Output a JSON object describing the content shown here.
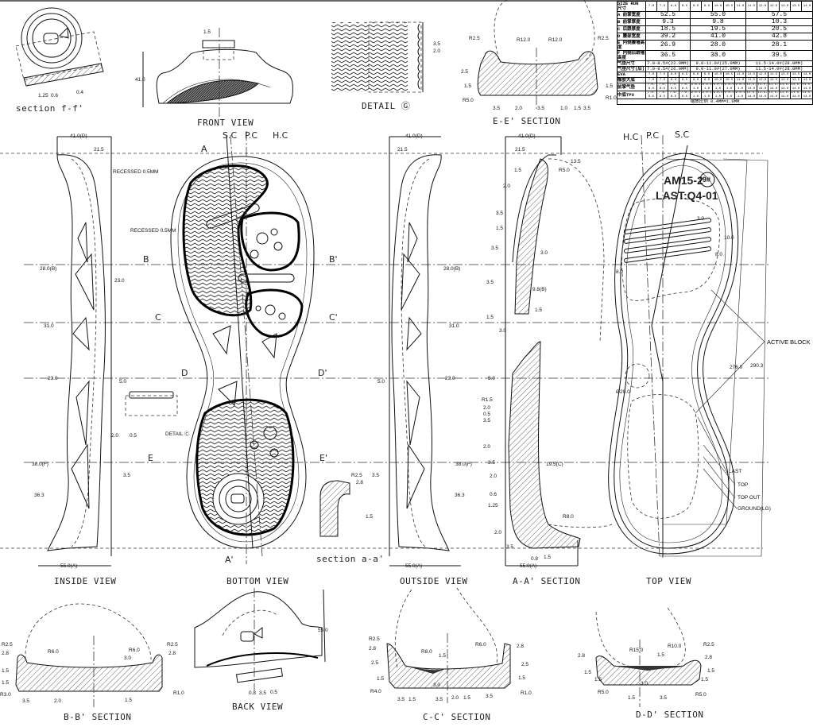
{
  "spec_table": {
    "header_label": "SIZE RUN 尺寸",
    "sizes": [
      "7.0",
      "7.5",
      "8.0",
      "8.5",
      "9.0",
      "9.5",
      "10.0",
      "10.5",
      "11.0",
      "11.5",
      "12.0",
      "12.5",
      "13.0",
      "13.5",
      "14.0"
    ],
    "rows": [
      {
        "label": "A 前掌宽度",
        "values": [
          "52.5",
          "55.0",
          "57.5"
        ]
      },
      {
        "label": "B 前掌厚度",
        "values": [
          "9.3",
          "9.8",
          "10.3"
        ]
      },
      {
        "label": "C 后跟厚度",
        "values": [
          "18.5",
          "19.5",
          "20.5"
        ]
      },
      {
        "label": "D 腰部宽度",
        "values": [
          "39.2",
          "41.0",
          "42.8"
        ]
      },
      {
        "label": "E 内侧腰墙高度",
        "values": [
          "26.9",
          "28.0",
          "28.1"
        ]
      },
      {
        "label": "F 内侧后跟墙高度",
        "values": [
          "36.5",
          "38.0",
          "39.5"
        ]
      }
    ],
    "range_rows": [
      {
        "label": "气垫尺寸",
        "values": [
          "7.0-8.5#(22.0MM)",
          "9.0-11.0#(25.0MM)",
          "11.5-14.0#(28.0MM)"
        ]
      },
      {
        "label": "气垫尺寸(后)",
        "values": [
          "7.0-8.5#(26.0MM)",
          "9.0-11.0#(27.0MM)",
          "11.5-14.0#(28.0MM)"
        ]
      }
    ],
    "eva_rows": [
      {
        "label": "EVA",
        "values": [
          "7.0",
          "7.5",
          "8.0",
          "8.5",
          "9.0",
          "9.5",
          "10.0",
          "10.5",
          "11.0",
          "11.5",
          "12.0",
          "12.5",
          "13.0",
          "13.5",
          "14.0"
        ]
      },
      {
        "label": "橡胶大底",
        "values": [
          "7.0",
          "7.5",
          "8.0",
          "8.5",
          "9.0",
          "9.5",
          "10.0",
          "10.5",
          "11.0",
          "11.5",
          "12.0",
          "12.5",
          "13.0",
          "13.5",
          "14.0"
        ]
      },
      {
        "label": "前掌气垫",
        "values": [
          "7.0-8.5",
          "7.0-8.5",
          "7.0-8.5",
          "7.0-8.5",
          "9.0-11.0",
          "9.0-11.0",
          "9.0-11.0",
          "9.0-11.0",
          "9.0-11.0",
          "11.5-14.0",
          "11.5-14.0",
          "11.5-14.0",
          "11.5-14.0",
          "11.5-14.0",
          "11.5-14.0"
        ]
      },
      {
        "label": "中底TPU",
        "values": [
          "7.0-8.5",
          "7.0-8.5",
          "7.0-8.5",
          "7.0-8.5",
          "9.0-11.0",
          "9.0-11.0",
          "9.0-11.0",
          "9.0-11.0",
          "9.0-11.0",
          "11.5-14.0",
          "11.5-14.0",
          "11.5-14.0",
          "11.5-14.0",
          "11.5-14.0",
          "11.5-14.0"
        ]
      }
    ],
    "footer": "缩放比例  0.4MM=1.0MM"
  },
  "views": {
    "section_ff": {
      "title": "section f-f'",
      "dims": [
        "1.25",
        "0.6",
        "0.4"
      ]
    },
    "front_view": {
      "title": "FRONT VIEW",
      "dims": [
        "1.5",
        "41.0"
      ]
    },
    "detail_g": {
      "title": "DETAIL Ⓖ",
      "dims": [
        "3.5",
        "2.0"
      ]
    },
    "section_ee": {
      "title": "E-E' SECTION",
      "dims": [
        "R2.5",
        "R12.0",
        "R12.0",
        "R2.5",
        "2.5",
        "1.5",
        "1.5",
        "R5.0",
        "R1.0",
        "3.5",
        "2.0",
        "3.5",
        "1.0",
        "1.5",
        "3.5"
      ]
    },
    "inside_view": {
      "title": "INSIDE VIEW",
      "dims": [
        "41.0(D)",
        "21.5",
        "RECESSED 0.5MM",
        "RECESSED 0.5MM",
        "28.0(B)",
        "23.0",
        "31.0",
        "23.0",
        "5.0",
        "2.0",
        "0.5",
        "38.0(F)",
        "3.5",
        "36.3",
        "55.0(A)"
      ],
      "detail_c": "DETAIL Ⓒ"
    },
    "bottom_view": {
      "title": "BOTTOM VIEW",
      "centerlines": [
        "S.C",
        "P.C",
        "H.C"
      ],
      "marks": [
        "A",
        "A'",
        "B",
        "B'",
        "C",
        "C'",
        "D",
        "D'",
        "E",
        "E'"
      ]
    },
    "outside_view": {
      "title": "OUTSIDE VIEW",
      "dims": [
        "41.0(D)",
        "21.5",
        "28.0(B)",
        "31.0",
        "23.0",
        "5.0",
        "38.0(F)",
        "3.5",
        "36.3",
        "55.0(A)"
      ]
    },
    "section_aa_small": {
      "title": "section a-a'",
      "dims": [
        "R2.5",
        "2.8",
        "1.5"
      ]
    },
    "aa_section": {
      "title": "A-A' SECTION",
      "dims": [
        "41.0(D)",
        "21.5",
        "13.5",
        "R5.0",
        "1.5",
        "2.0",
        "3.5",
        "1.5",
        "3.5",
        "3.0",
        "3.5",
        "9.8(B)",
        "1.5",
        "1.5",
        "3.0",
        "5.0",
        "R1.5",
        "2.0",
        "0.5",
        "3.5",
        "2.0",
        "3.5",
        "19.5(C)",
        "2.0",
        "0.6",
        "1.25",
        "R8.0",
        "2.0",
        "3.5",
        "0.8",
        "1.5",
        "55.0(A)"
      ]
    },
    "top_view": {
      "title": "TOP VIEW",
      "centerlines": [
        "H.C",
        "P.C",
        "S.C"
      ],
      "model": "AM15-2",
      "size": "9#",
      "last": "LAST:Q4-01",
      "dims": [
        "3.0",
        "10.0",
        "8.0",
        "8.0",
        "Ø20.0",
        "276.0",
        "290.3"
      ],
      "callouts": [
        "ACTIVE BLOCK",
        "LAST",
        "TOP",
        "TOP OUT",
        "GROUND(LG)"
      ]
    },
    "bb_section": {
      "title": "B-B' SECTION",
      "dims": [
        "R2.5",
        "2.8",
        "R6.0",
        "R6.0",
        "3.0",
        "R2.5",
        "2.8",
        "1.5",
        "1.5",
        "R3.0",
        "3.5",
        "2.0",
        "1.5",
        "R1.0"
      ]
    },
    "back_view": {
      "title": "BACK VIEW",
      "dims": [
        "55.0",
        "0.8",
        "3.5",
        "0.5"
      ]
    },
    "cc_section": {
      "title": "C-C' SECTION",
      "dims": [
        "R2.5",
        "2.8",
        "2.5",
        "R8.0",
        "1.5",
        "R6.0",
        "2.8",
        "2.5",
        "1.5",
        "1.5",
        "R4.0",
        "3.5",
        "1.5",
        "3.5",
        "2.0",
        "1.5",
        "3.5",
        "3.0",
        "R1.0"
      ]
    },
    "dd_section": {
      "title": "D-D' SECTION",
      "dims": [
        "2.8",
        "R15.0",
        "1.5",
        "R10.0",
        "R2.5",
        "2.8",
        "1.5",
        "1.5",
        "1.5",
        "1.5",
        "R5.0",
        "1.5",
        "3.5",
        "R5.0",
        "3.0"
      ]
    }
  }
}
